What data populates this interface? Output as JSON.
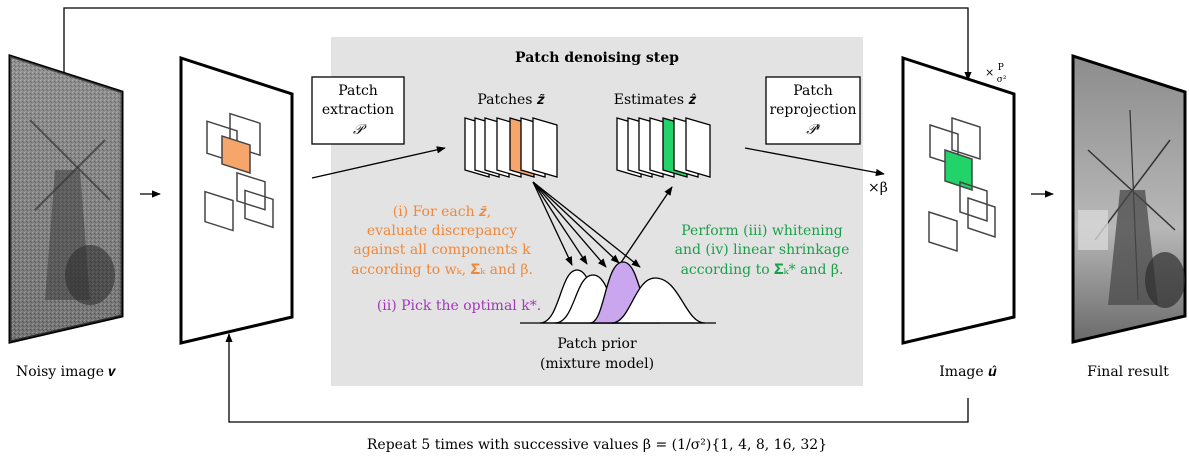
{
  "panel": {
    "title": "Patch denoising step"
  },
  "boxes": {
    "extraction": {
      "line1": "Patch",
      "line2": "extraction",
      "line3": "𝒫"
    },
    "reprojection": {
      "line1": "Patch",
      "line2": "reprojection",
      "line3": "𝒫ᵗ"
    }
  },
  "labels": {
    "patches": "Patches 𝒛̃",
    "estimates": "Estimates 𝒛̂",
    "noisy_image": "Noisy image 𝒗",
    "image_hat": "Image 𝒖̂",
    "final_result": "Final result",
    "times_beta": "×β",
    "times_p_sigma": "× P/σ²",
    "prior_line1": "Patch prior",
    "prior_line2": "(mixture model)",
    "repeat": "Repeat 5 times with successive values β = (1/σ²){1, 4, 8, 16, 32}"
  },
  "steps": {
    "step_i": [
      "(i) For each 𝒛̃,",
      "evaluate discrepancy",
      "against all components k",
      "according to wₖ, 𝚺ₖ and β."
    ],
    "step_ii": "(ii) Pick the optimal k*.",
    "step_iii_iv": [
      "Perform (iii) whitening",
      "and (iv) linear shrinkage",
      "according to 𝚺ₖ* and β."
    ]
  },
  "colors": {
    "orange": "#f0883a",
    "orange_fill": "#f6a66a",
    "green": "#1aa04a",
    "green_fill": "#22d36a",
    "purple": "#a038b8",
    "purple_fill": "#c9a6ee",
    "panel_bg": "#e3e3e3"
  }
}
